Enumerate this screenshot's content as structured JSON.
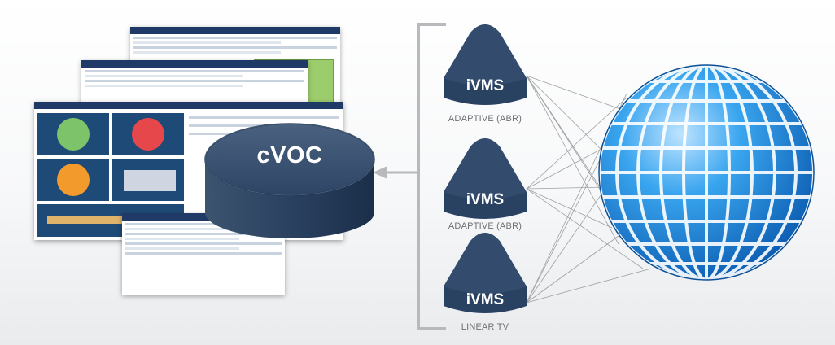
{
  "hub": {
    "label": "cVOC"
  },
  "servers": [
    {
      "label": "iVMS",
      "caption": "ADAPTIVE (ABR)"
    },
    {
      "label": "iVMS",
      "caption": "ADAPTIVE (ABR)"
    },
    {
      "label": "iVMS",
      "caption": "LINEAR TV"
    }
  ],
  "colors": {
    "hub_top": "#3c526d",
    "hub_side": "#1f3552",
    "server_body": "#2a4262",
    "globe_blue": "#1f8ee0",
    "bracket": "#b7b9bc"
  }
}
